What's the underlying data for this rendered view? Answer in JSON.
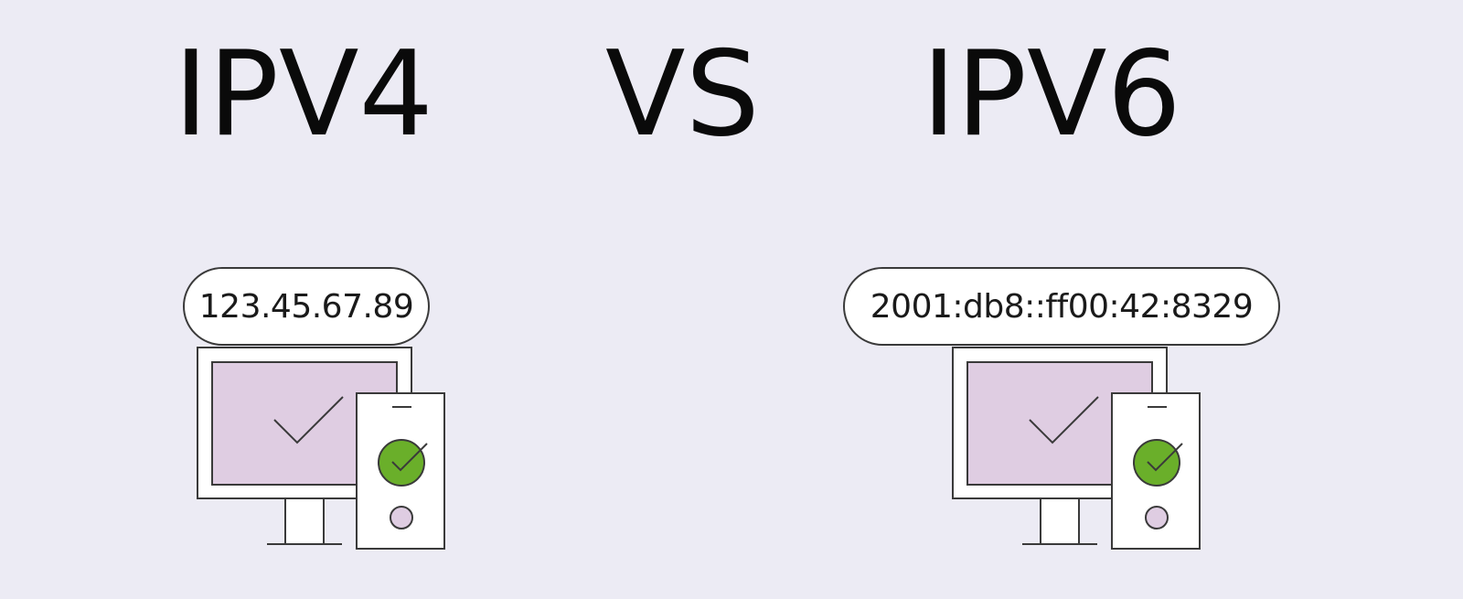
{
  "headings": {
    "left": "IPV4",
    "vs": "VS",
    "right": "IPV6"
  },
  "ipv4": {
    "address": "123.45.67.89"
  },
  "ipv6": {
    "address": "2001:db8::ff00:42:8329"
  },
  "colors": {
    "background": "#ecebf4",
    "screen": "#dfcde2",
    "check_circle": "#6aaf2a",
    "outline": "#3a3a3a"
  },
  "icons": {
    "monitor": "monitor-icon",
    "phone": "phone-icon",
    "checkmark": "checkmark-icon"
  }
}
